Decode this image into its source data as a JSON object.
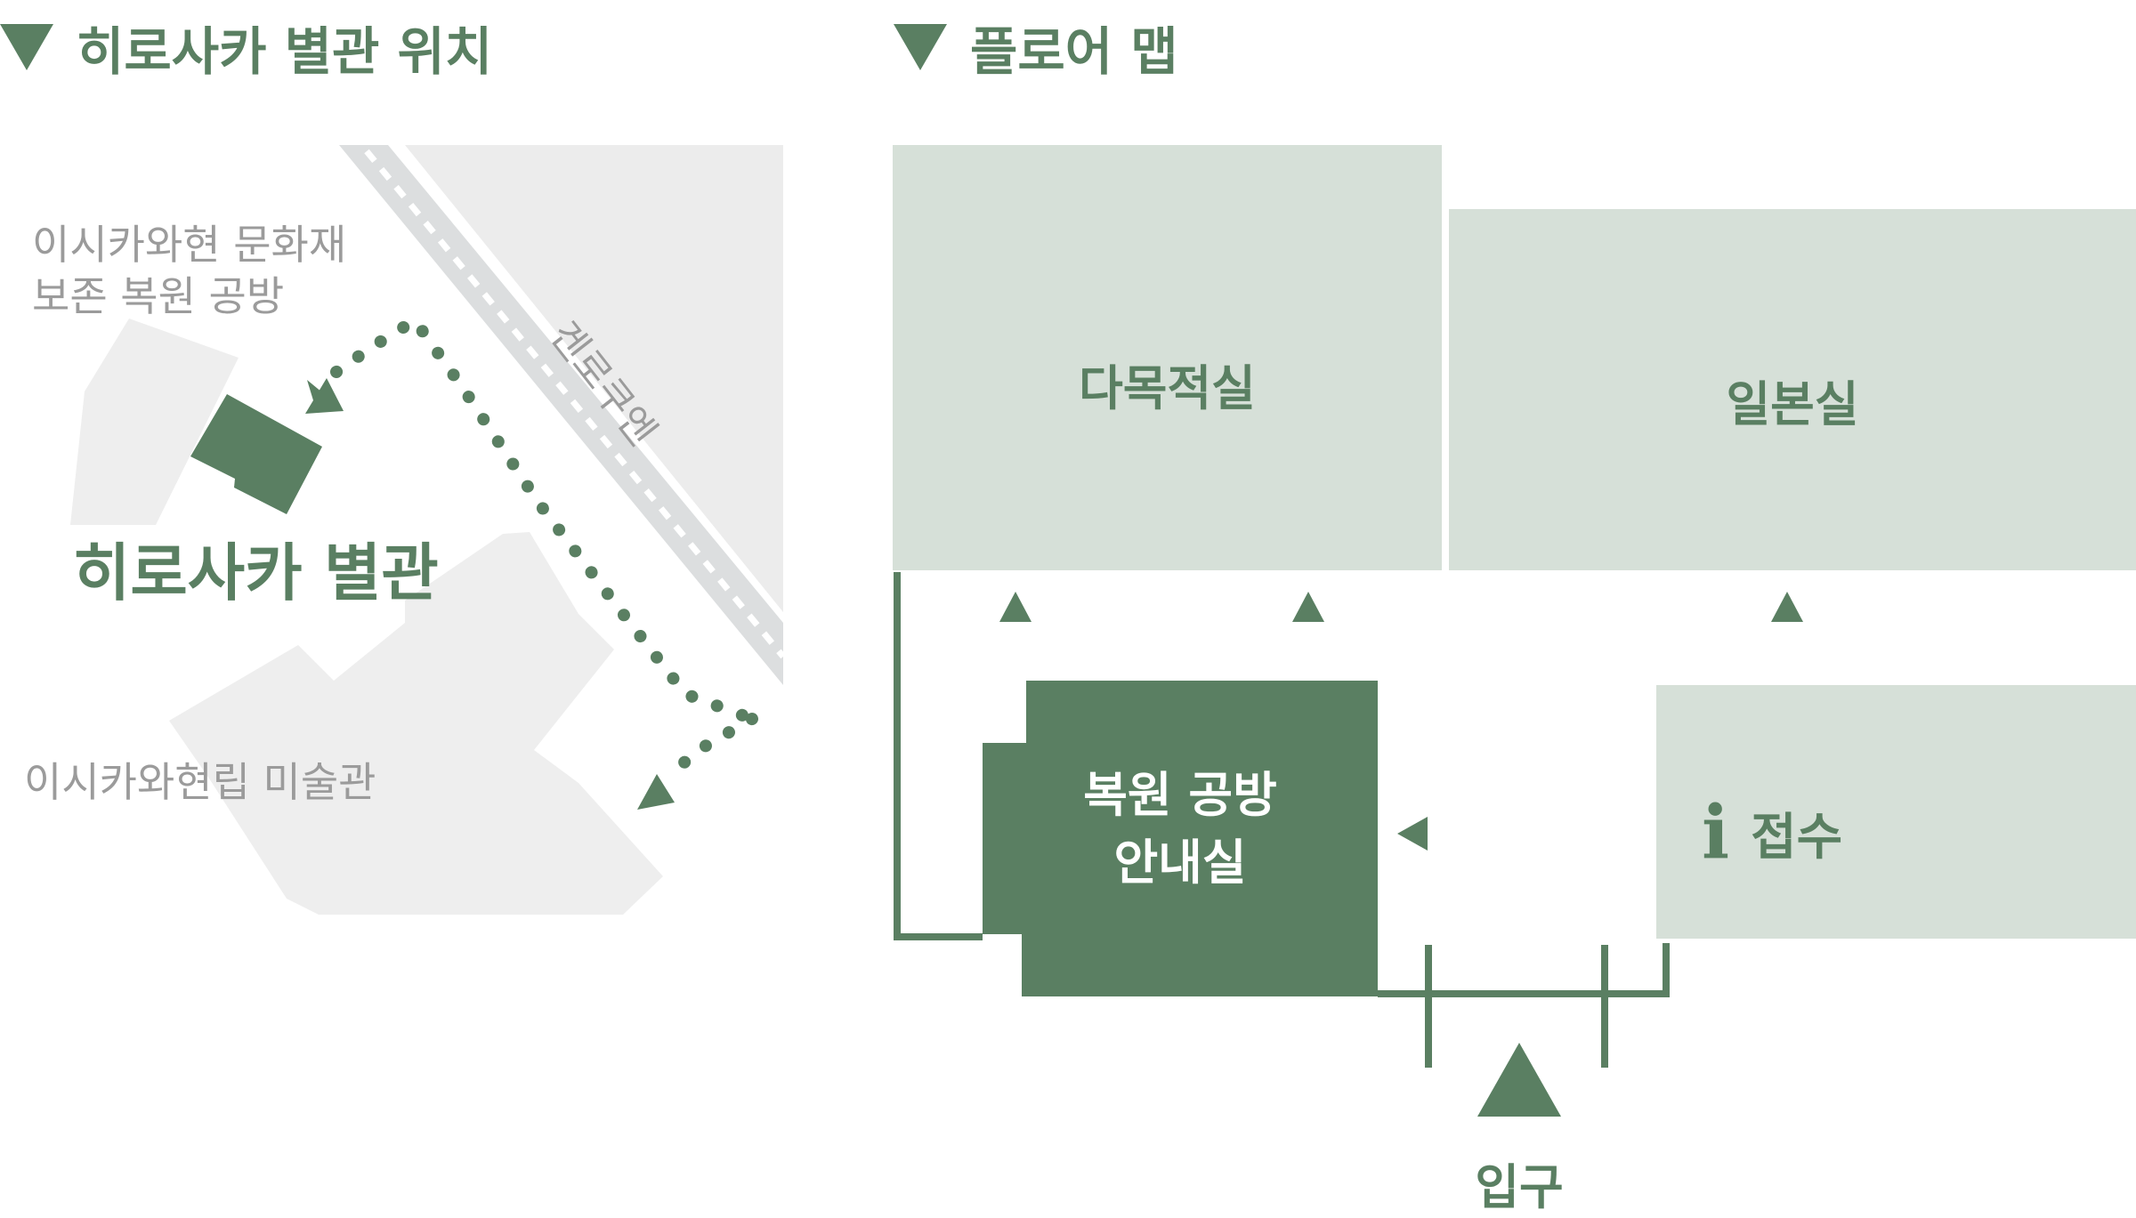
{
  "location_panel": {
    "heading": "히로사카 별관 위치",
    "conservation_lab_label_line1": "이시카와현 문화재",
    "conservation_lab_label_line2": "보존 복원 공방",
    "annex_label": "히로사카 별관",
    "street_label": "겐로쿠엔",
    "museum_label": "이시카와현립 미술관"
  },
  "floor_panel": {
    "heading": "플로어 맵",
    "rooms": {
      "multipurpose": "다목적실",
      "japanese_room": "일본실",
      "restoration_info_line1": "복원 공방",
      "restoration_info_line2": "안내실",
      "reception": "접수",
      "reception_icon": "i"
    },
    "entrance_label": "입구"
  },
  "colors": {
    "accent_green": "#5a7f62",
    "room_fill": "#d6e0d8",
    "building_grey": "#eeeeee",
    "road_grey": "#d9dbdc",
    "label_grey": "#9b9b9b"
  },
  "icons": [
    "heading-triangle-icon",
    "direction-arrow-icon",
    "info-icon"
  ]
}
